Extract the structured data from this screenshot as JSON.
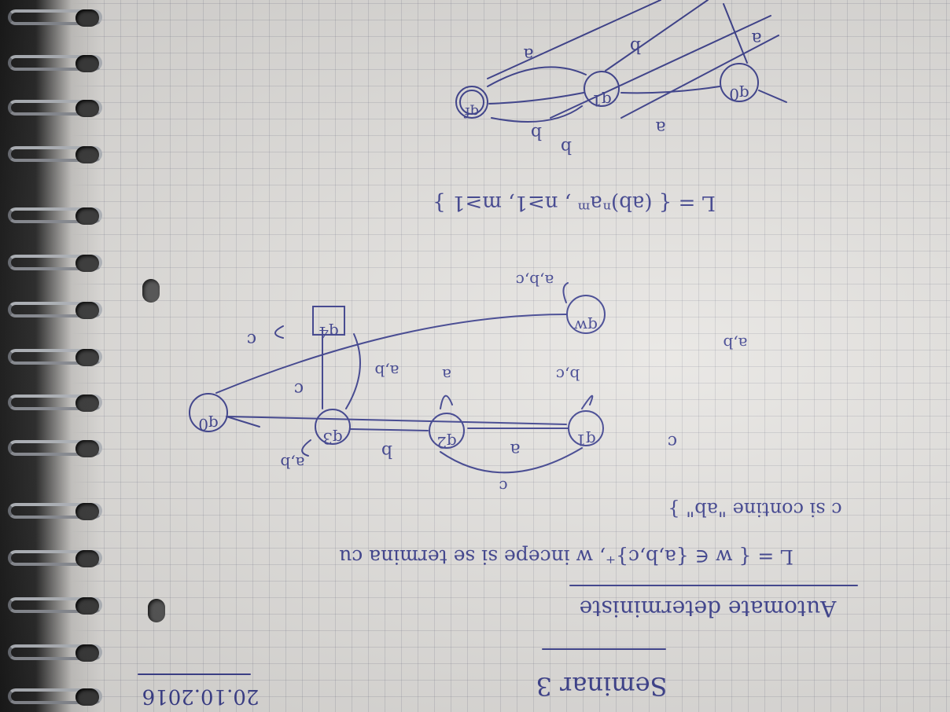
{
  "date": "20.10.2016",
  "title": "Seminar 3",
  "heading": "Automate deterministe",
  "language_def_1": {
    "line1": "L = { w ∈ {a,b,c}⁺, w incepe si se termina cu",
    "line2": "c si contine \"ab\" }"
  },
  "diagram1": {
    "states": [
      "q0",
      "q1",
      "q2",
      "q3",
      "q4",
      "qw"
    ],
    "labels": {
      "q0_q1": "c",
      "q1_q2": "a",
      "q2_q3": "b",
      "q3_q4": "c",
      "q1_q1": "b,c",
      "q2_q2": "a",
      "q2_q1": "c",
      "q3_q3": "a,b",
      "q4_q3": "a,b",
      "q4_q4": "c",
      "q0_qw": "a,b",
      "qw_qw": "a,b,c"
    }
  },
  "language_def_2": "L = { (ab)ⁿaᵐ , n≥1, m≥1 }",
  "diagram2": {
    "states": [
      "q0",
      "q1",
      "qf"
    ],
    "labels": {
      "t1": "a",
      "t2": "b",
      "t3": "a",
      "t4": "b",
      "t5": "a",
      "t6": "b"
    }
  }
}
